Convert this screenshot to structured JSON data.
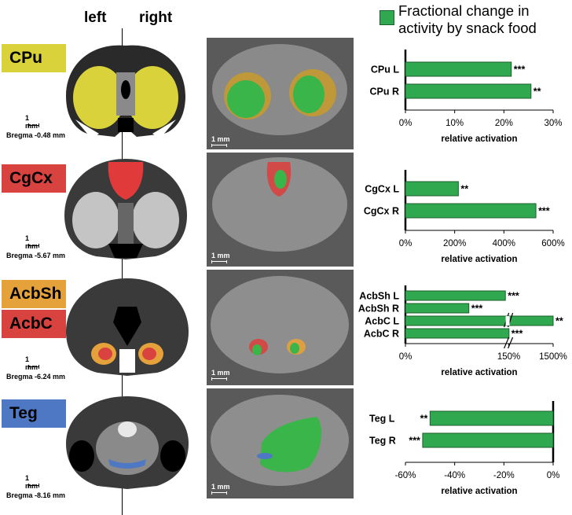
{
  "header": {
    "left": "left",
    "right": "right"
  },
  "legend": {
    "label": "Fractional change in activity by snack food",
    "color": "#2fa84f"
  },
  "regions": [
    {
      "label": "CPu",
      "color": "#d9d23a",
      "scale_label": "1 mm",
      "bregma": "Bregma -0.48 mm"
    },
    {
      "label": "CgCx",
      "color": "#d9433f",
      "scale_label": "1 mm",
      "bregma": "Bregma -5.67 mm"
    },
    {
      "label": "AcbSh",
      "color": "#e5a13a",
      "scale_label": "1 mm",
      "bregma": "Bregma -6.24 mm"
    },
    {
      "label": "AcbC",
      "color": "#d9433f"
    },
    {
      "label": "Teg",
      "color": "#4f78c4",
      "scale_label": "1 mm",
      "bregma": "Bregma -8.16 mm"
    }
  ],
  "mri_scale_label": "1 mm",
  "chart_data": [
    {
      "type": "bar",
      "orientation": "horizontal",
      "categories": [
        "CPu L",
        "CPu R"
      ],
      "values": [
        21.5,
        25.5
      ],
      "significance": [
        "***",
        "**"
      ],
      "xlim": [
        0,
        30
      ],
      "ticks": [
        0,
        10,
        20,
        30
      ],
      "tick_labels": [
        "0%",
        "10%",
        "20%",
        "30%"
      ],
      "xlabel": "relative activation",
      "color": "#2fa84f"
    },
    {
      "type": "bar",
      "orientation": "horizontal",
      "categories": [
        "CgCx L",
        "CgCx R"
      ],
      "values": [
        215,
        530
      ],
      "significance": [
        "**",
        "***"
      ],
      "xlim": [
        0,
        600
      ],
      "ticks": [
        0,
        200,
        400,
        600
      ],
      "tick_labels": [
        "0%",
        "200%",
        "400%",
        "600%"
      ],
      "xlabel": "relative activation",
      "color": "#2fa84f"
    },
    {
      "type": "bar",
      "orientation": "horizontal",
      "broken_axis": true,
      "categories": [
        "AcbSh L",
        "AcbSh R",
        "AcbC L",
        "AcbC R"
      ],
      "values": [
        145,
        92,
        1500,
        155
      ],
      "significance": [
        "***",
        "***",
        "**",
        "***"
      ],
      "xlim": [
        0,
        1500
      ],
      "ticks": [
        0,
        150,
        1500
      ],
      "tick_labels": [
        "0%",
        "150%",
        "1500%"
      ],
      "xlabel": "relative activation",
      "color": "#2fa84f"
    },
    {
      "type": "bar",
      "orientation": "horizontal",
      "categories": [
        "Teg L",
        "Teg R"
      ],
      "values": [
        -50,
        -53
      ],
      "significance": [
        "**",
        "***"
      ],
      "xlim": [
        -60,
        0
      ],
      "ticks": [
        -60,
        -40,
        -20,
        0
      ],
      "tick_labels": [
        "-60%",
        "-40%",
        "-20%",
        "0%"
      ],
      "xlabel": "relative activation",
      "color": "#2fa84f"
    }
  ]
}
